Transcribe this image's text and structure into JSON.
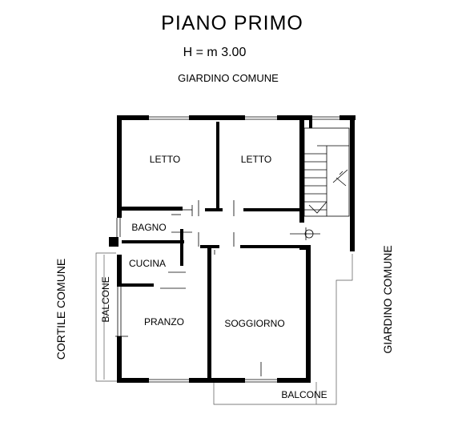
{
  "title": "PIANO  PRIMO",
  "height_label": "H = m 3.00",
  "surroundings": {
    "top": "GIARDINO  COMUNE",
    "left": "CORTILE  COMUNE",
    "right": "GIARDINO  COMUNE"
  },
  "rooms": {
    "letto_left": "LETTO",
    "letto_right": "LETTO",
    "bagno": "BAGNO",
    "cucina": "CUCINA",
    "pranzo": "PRANZO",
    "soggiorno": "SOGGIORNO"
  },
  "balconies": {
    "left": "BALCONE",
    "bottom": "BALCONE"
  },
  "colors": {
    "walls": "#000000",
    "background": "#ffffff"
  }
}
